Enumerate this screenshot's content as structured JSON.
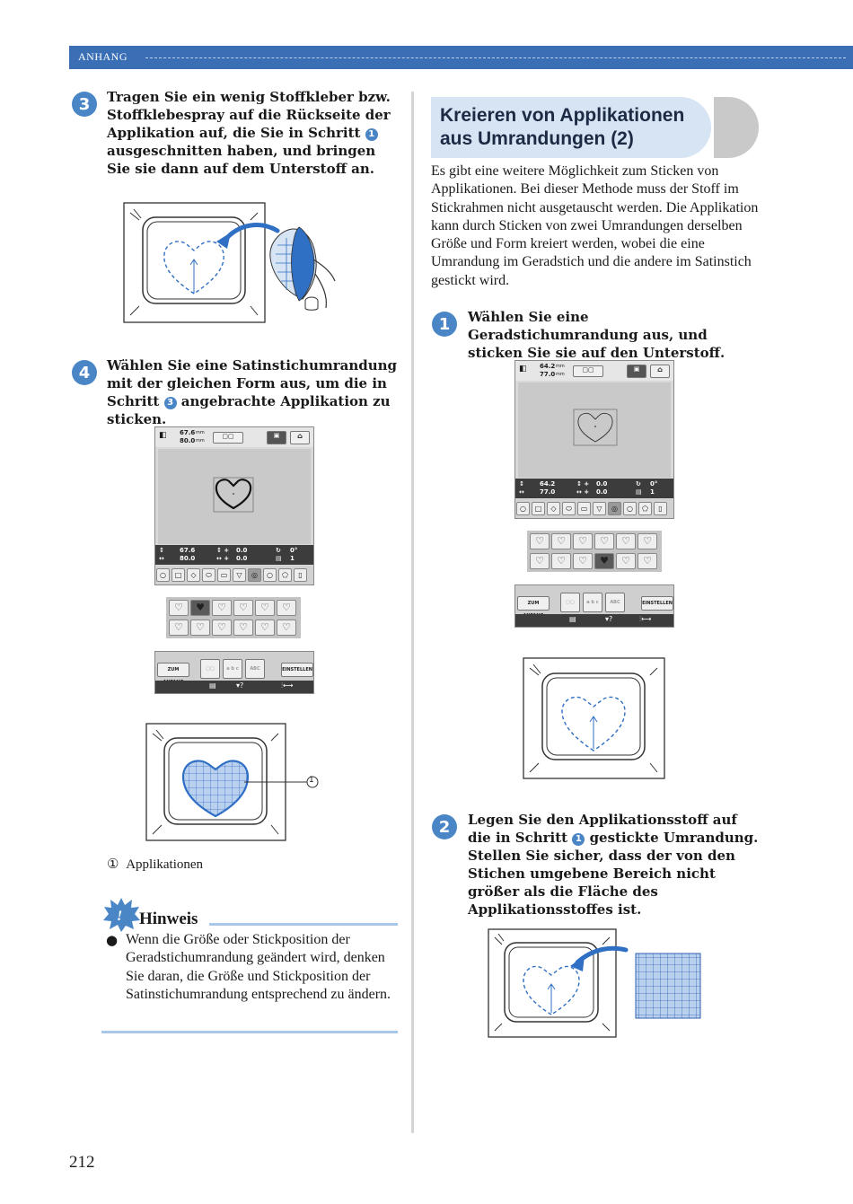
{
  "header": {
    "section": "ANHANG"
  },
  "left": {
    "step3": {
      "num": "3",
      "text_a": "Tragen Sie ein wenig Stoffkleber bzw. Stoffklebespray auf die Rückseite der Applikation auf, die Sie in Schritt ",
      "ref": "1",
      "text_b": " ausgeschnitten haben, und bringen Sie sie dann auf dem Unterstoff an."
    },
    "step4": {
      "num": "4",
      "text_a": "Wählen Sie eine Satinstichumrandung mit der gleichen Form aus, um die in Schritt ",
      "ref": "3",
      "text_b": " angebrachte Applikation zu sticken."
    },
    "screen": {
      "size_h": "67.6",
      "size_w": "80.0",
      "unit": "mm",
      "info_h": "67.6",
      "info_w": "80.0",
      "pos_v": "0.0",
      "pos_h": "0.0",
      "angle": "0°",
      "count": "1",
      "btn_start": "ZUM ANFANG",
      "btn_abc": "ABC",
      "btn_set": "EINSTELLEN"
    },
    "callout": {
      "num": "①",
      "label": "Applikationen"
    },
    "hinweis": {
      "title": "Hinweis",
      "bullet": "Wenn die Größe oder Stickposition der Geradstichumrandung geändert wird, denken Sie daran, die Größe und Stickposition der Satinstichumrandung entsprechend zu ändern."
    }
  },
  "right": {
    "title_line1": "Kreieren von Applikationen",
    "title_line2": "aus Umrandungen (2)",
    "intro": "Es gibt eine weitere Möglichkeit zum Sticken von Applikationen. Bei dieser Methode muss der Stoff im Stickrahmen nicht ausgetauscht werden. Die Applikation kann durch Sticken von zwei Umrandungen derselben Größe und Form kreiert werden, wobei die eine Umrandung im Geradstich und die andere im Satinstich gestickt wird.",
    "step1": {
      "num": "1",
      "text": "Wählen Sie eine Geradstichumrandung aus, und sticken Sie sie auf den Unterstoff."
    },
    "step2": {
      "num": "2",
      "text_a": "Legen Sie den Applikationsstoff auf die in Schritt ",
      "ref": "1",
      "text_b": " gestickte Umrandung. Stellen Sie sicher, dass der von den Stichen umgebene Bereich nicht größer als die Fläche des Applikationsstoffes ist."
    },
    "screen": {
      "size_h": "64.2",
      "size_w": "77.0",
      "unit": "mm",
      "info_h": "64.2",
      "info_w": "77.0",
      "pos_v": "0.0",
      "pos_h": "0.0",
      "angle": "0°",
      "count": "1",
      "btn_start": "ZUM ANFANG",
      "btn_abc": "ABC",
      "btn_set": "EINSTELLEN"
    }
  },
  "footer": {
    "page_number": "212"
  },
  "colors": {
    "accent": "#3a6fb6",
    "badge": "#4a86c6",
    "title_bg": "#d7e4f4",
    "stitch": "#2f6fc4"
  }
}
